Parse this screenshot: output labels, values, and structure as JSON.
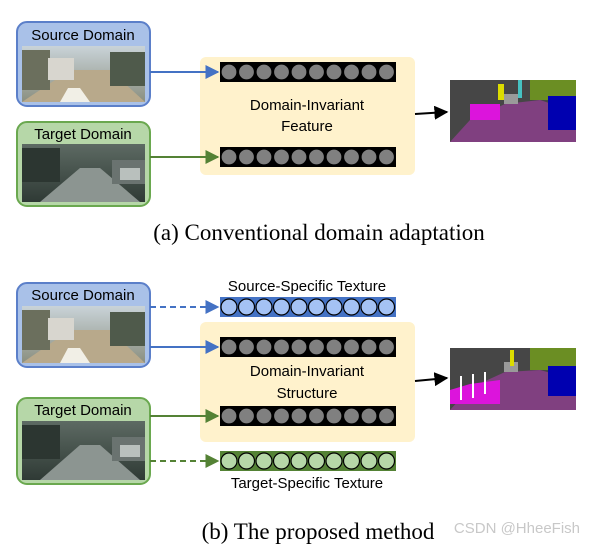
{
  "part_a": {
    "source_label": "Source Domain",
    "target_label": "Target Domain",
    "center_label_line1": "Domain-Invariant",
    "center_label_line2": "Feature",
    "caption": "(a) Conventional domain adaptation"
  },
  "part_b": {
    "source_label": "Source Domain",
    "target_label": "Target Domain",
    "source_texture_label": "Source-Specific Texture",
    "target_texture_label": "Target-Specific Texture",
    "center_label_line1": "Domain-Invariant",
    "center_label_line2": "Structure",
    "caption": "(b) The proposed method"
  },
  "watermark": "CSDN @HheeFish",
  "colors": {
    "source_box_fill": "#a9c1e8",
    "source_box_stroke": "#5b7fc9",
    "target_box_fill": "#b6d7a8",
    "target_box_stroke": "#6aa84f",
    "feature_panel": "#fff2cc",
    "gray_node": "#808080",
    "blue_node": "#a4c2f4",
    "green_node": "#b6d7a8",
    "arrow_blue": "#4472c4",
    "arrow_green": "#548235"
  }
}
